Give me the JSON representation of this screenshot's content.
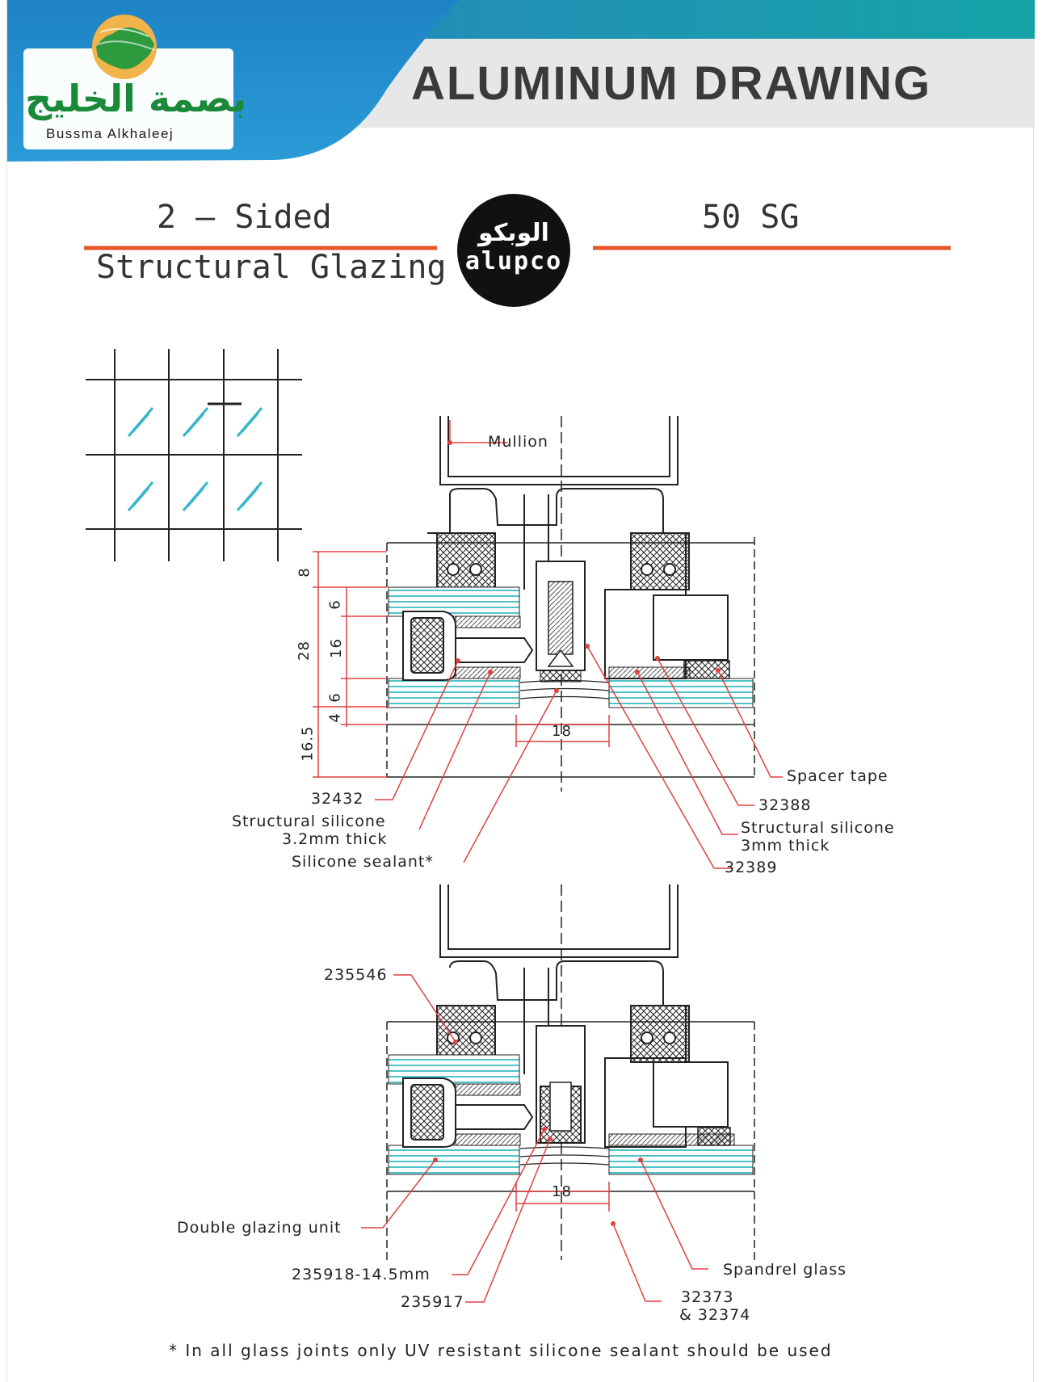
{
  "header": {
    "title": "ALUMINUM DRAWING",
    "logo_arabic": "بصمة الخليج",
    "logo_english": "Bussma Alkhaleej",
    "brand_colors": {
      "teal": "#1a9db0",
      "blue": "#1c7fc4",
      "green": "#1a8a3a",
      "gold": "#e8a53a"
    }
  },
  "product": {
    "left_line1": "2 — Sided",
    "left_line2": "Structural Glazing",
    "alupco_arabic": "الوبكو",
    "alupco_latin": "alupco",
    "right_label": "50 SG",
    "accent": "#e8542a"
  },
  "section_top": {
    "mullion": "Mullion",
    "dims": {
      "d8": "8",
      "d28": "28",
      "d6a": "6",
      "d16": "16",
      "d6b": "6",
      "d4": "4",
      "d16_5": "16.5",
      "d18": "18"
    },
    "callouts": {
      "p32432": "32432",
      "struct_sil_32_a": "Structural silicone",
      "struct_sil_32_b": "3.2mm thick",
      "silicone_sealant": "Silicone sealant*",
      "spacer_tape": "Spacer tape",
      "p32388": "32388",
      "struct_sil_3_a": "Structural silicone",
      "struct_sil_3_b": "3mm thick",
      "p32389": "32389"
    }
  },
  "section_bottom": {
    "dims": {
      "d18": "18"
    },
    "callouts": {
      "p235546": "235546",
      "dgu": "Double glazing unit",
      "p235918": "235918-14.5mm",
      "p235917": "235917",
      "spandrel": "Spandrel glass",
      "p32373_a": "32373",
      "p32373_b": "& 32374"
    }
  },
  "footnote": "* In all glass joints only UV resistant silicone sealant should be used"
}
